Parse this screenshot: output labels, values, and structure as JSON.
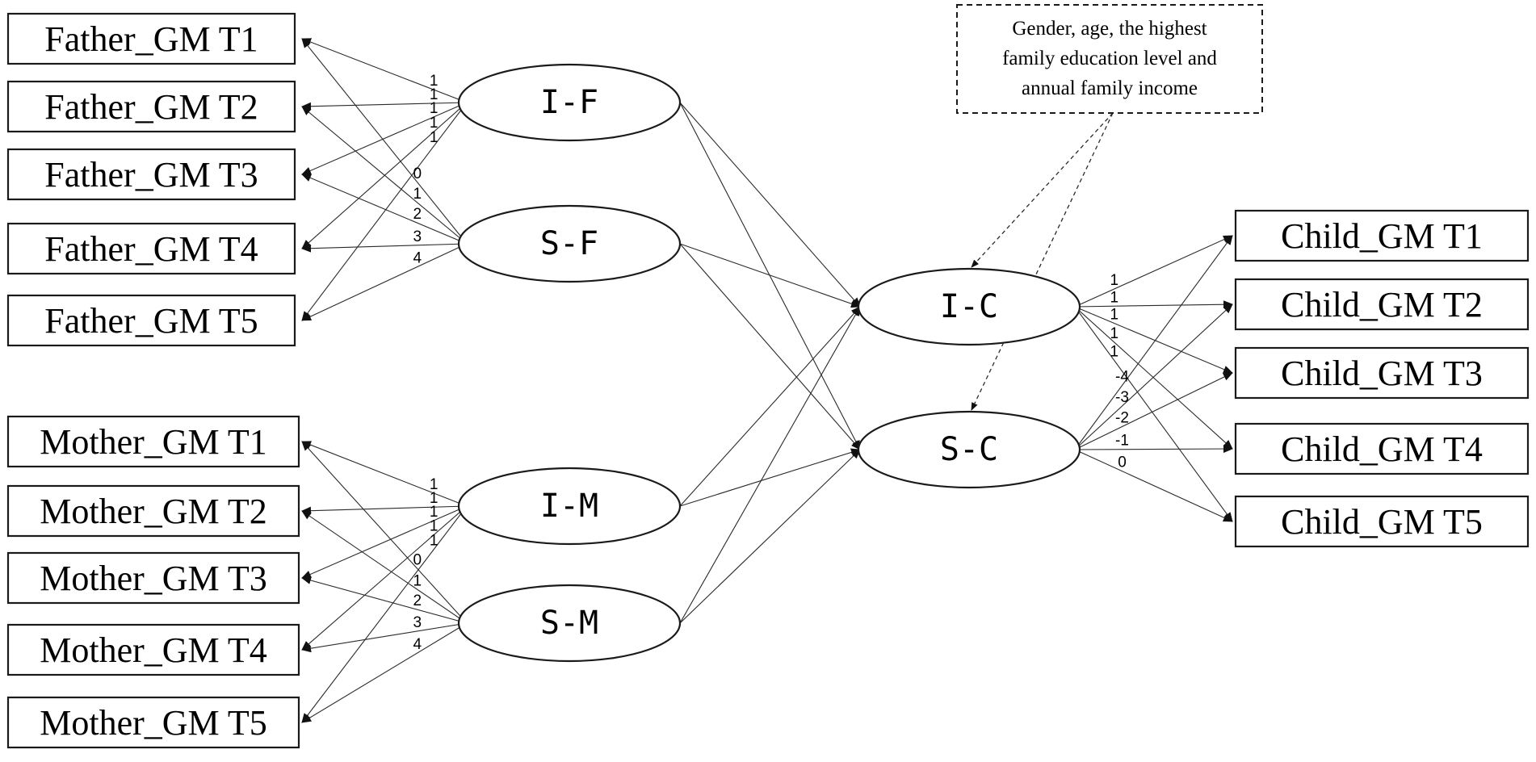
{
  "father_observed": [
    "Father_GM T1",
    "Father_GM T2",
    "Father_GM T3",
    "Father_GM T4",
    "Father_GM T5"
  ],
  "mother_observed": [
    "Mother_GM T1",
    "Mother_GM T2",
    "Mother_GM T3",
    "Mother_GM T4",
    "Mother_GM T5"
  ],
  "child_observed": [
    "Child_GM T1",
    "Child_GM T2",
    "Child_GM T3",
    "Child_GM T4",
    "Child_GM T5"
  ],
  "latent": {
    "if": "I-F",
    "sf": "S-F",
    "im": "I-M",
    "sm": "S-M",
    "ic": "I-C",
    "sc": "S-C"
  },
  "covariates": {
    "lines": [
      "Gender, age, the highest",
      "family education level and",
      "annual family income"
    ]
  },
  "loadings": {
    "father_intercept": [
      "1",
      "1",
      "1",
      "1",
      "1"
    ],
    "father_slope": [
      "0",
      "1",
      "2",
      "3",
      "4"
    ],
    "mother_intercept": [
      "1",
      "1",
      "1",
      "1",
      "1"
    ],
    "mother_slope": [
      "0",
      "1",
      "2",
      "3",
      "4"
    ],
    "child_intercept": [
      "1",
      "1",
      "1",
      "1",
      "1"
    ],
    "child_slope": [
      "-4",
      "-3",
      "-2",
      "-1",
      "0"
    ]
  }
}
